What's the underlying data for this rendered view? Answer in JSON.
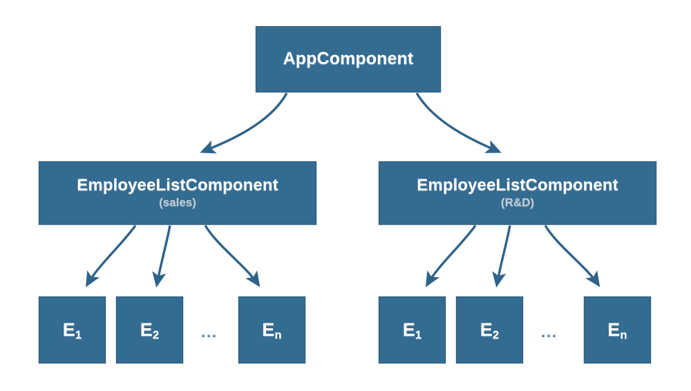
{
  "diagram": {
    "type": "component-tree",
    "background_color": "#ffffff",
    "node_fill_color": "#336B91",
    "node_border_color": "#2b5c7d",
    "node_title_color": "#ffffff",
    "node_subtitle_color": "#c3ccd4",
    "edge_color": "#2f6389",
    "ellipsis_color": "#5b7f9c",
    "root": {
      "title": "AppComponent"
    },
    "branches": [
      {
        "title": "EmployeeListComponent",
        "subtitle": "(sales)",
        "ellipsis": "...",
        "leaves": [
          {
            "label": "E",
            "subscript": "1"
          },
          {
            "label": "E",
            "subscript": "2"
          },
          {
            "label": "E",
            "subscript": "n"
          }
        ]
      },
      {
        "title": "EmployeeListComponent",
        "subtitle": "(R&D)",
        "ellipsis": "...",
        "leaves": [
          {
            "label": "E",
            "subscript": "1"
          },
          {
            "label": "E",
            "subscript": "2"
          },
          {
            "label": "E",
            "subscript": "n"
          }
        ]
      }
    ]
  }
}
